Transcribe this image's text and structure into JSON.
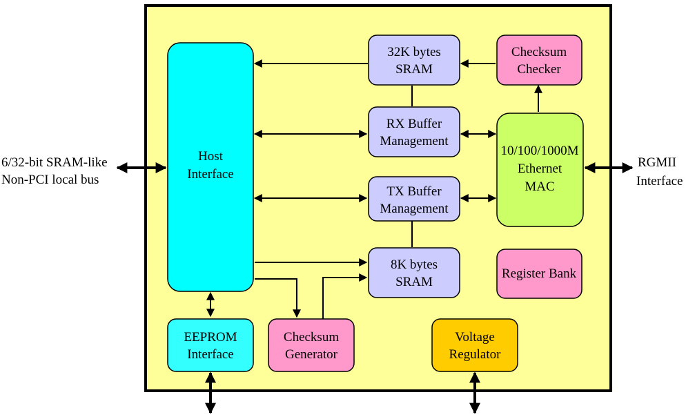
{
  "colors": {
    "chip_fill": "#ffff99",
    "host_fill": "#00ffff",
    "sram_fill": "#ccccff",
    "checksum_fill": "#ff99cc",
    "mac_fill": "#ccff66",
    "voltage_fill": "#ffcc00",
    "eeprom_fill": "#33ffff"
  },
  "blocks": {
    "host_interface": {
      "lines": [
        "Host",
        "Interface"
      ]
    },
    "sram_32k": {
      "lines": [
        "32K bytes",
        "SRAM"
      ]
    },
    "checksum_checker": {
      "lines": [
        "Checksum",
        "Checker"
      ]
    },
    "rx_buffer": {
      "lines": [
        "RX Buffer",
        "Management"
      ]
    },
    "ethernet_mac": {
      "lines": [
        "10/100/1000M",
        "Ethernet",
        "MAC"
      ]
    },
    "tx_buffer": {
      "lines": [
        "TX Buffer",
        "Management"
      ]
    },
    "sram_8k": {
      "lines": [
        "8K bytes",
        "SRAM"
      ]
    },
    "register_bank": {
      "lines": [
        "Register Bank"
      ]
    },
    "eeprom_interface": {
      "lines": [
        "EEPROM",
        "Interface"
      ]
    },
    "checksum_generator": {
      "lines": [
        "Checksum",
        "Generator"
      ]
    },
    "voltage_regulator": {
      "lines": [
        "Voltage",
        "Regulator"
      ]
    }
  },
  "external": {
    "local_bus": {
      "lines": [
        "6/32-bit SRAM-like",
        "Non-PCI local bus"
      ]
    },
    "rgmii": {
      "lines": [
        "RGMII",
        "Interface"
      ]
    }
  }
}
